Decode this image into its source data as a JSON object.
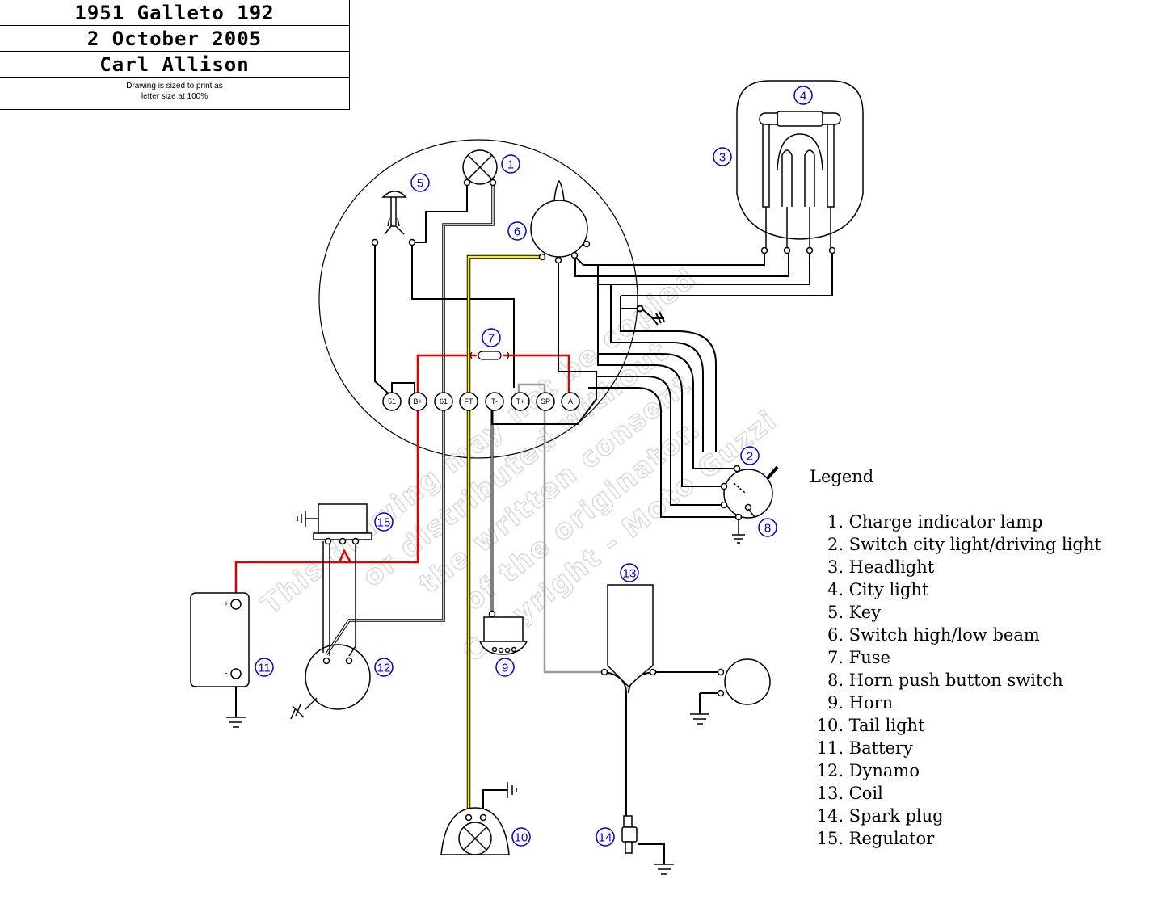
{
  "title_block": {
    "title": "1951 Galleto 192",
    "date": "2 October 2005",
    "author": "Carl Allison",
    "note_line1": "Drawing is sized to print as",
    "note_line2": "letter size at 100%"
  },
  "watermark": {
    "line1": "This drawing may not be copied",
    "line2": "or distributed without",
    "line3": "the written consent",
    "line4": "of the originator.",
    "line5": "Copyright - Moto Guzzi"
  },
  "terminals": [
    "51",
    "B+",
    "61",
    "FT",
    "T-",
    "T+",
    "SP",
    "A"
  ],
  "battery_terminals": {
    "plus": "+",
    "minus": "-"
  },
  "callouts": [
    "1",
    "2",
    "3",
    "4",
    "5",
    "6",
    "7",
    "8",
    "9",
    "10",
    "11",
    "12",
    "13",
    "14",
    "15"
  ],
  "legend": {
    "title": "Legend",
    "items": [
      {
        "num": "1.",
        "label": "Charge indicator lamp"
      },
      {
        "num": "2.",
        "label": "Switch city light/driving light"
      },
      {
        "num": "3.",
        "label": "Headlight"
      },
      {
        "num": "4.",
        "label": "City light"
      },
      {
        "num": "5.",
        "label": "Key"
      },
      {
        "num": "6.",
        "label": "Switch high/low beam"
      },
      {
        "num": "7.",
        "label": "Fuse"
      },
      {
        "num": "8.",
        "label": "Horn push button switch"
      },
      {
        "num": "9.",
        "label": "Horn"
      },
      {
        "num": "10.",
        "label": "Tail light"
      },
      {
        "num": "11.",
        "label": "Battery"
      },
      {
        "num": "12.",
        "label": "Dynamo"
      },
      {
        "num": "13.",
        "label": "Coil"
      },
      {
        "num": "14.",
        "label": "Spark plug"
      },
      {
        "num": "15.",
        "label": "Regulator"
      }
    ]
  },
  "colors": {
    "wire_black": "#000000",
    "wire_red": "#e00000",
    "wire_yellow": "#ffee00",
    "wire_gray": "#999999",
    "callout_blue": "#0000cc",
    "watermark_gray": "#d8d8d8"
  }
}
